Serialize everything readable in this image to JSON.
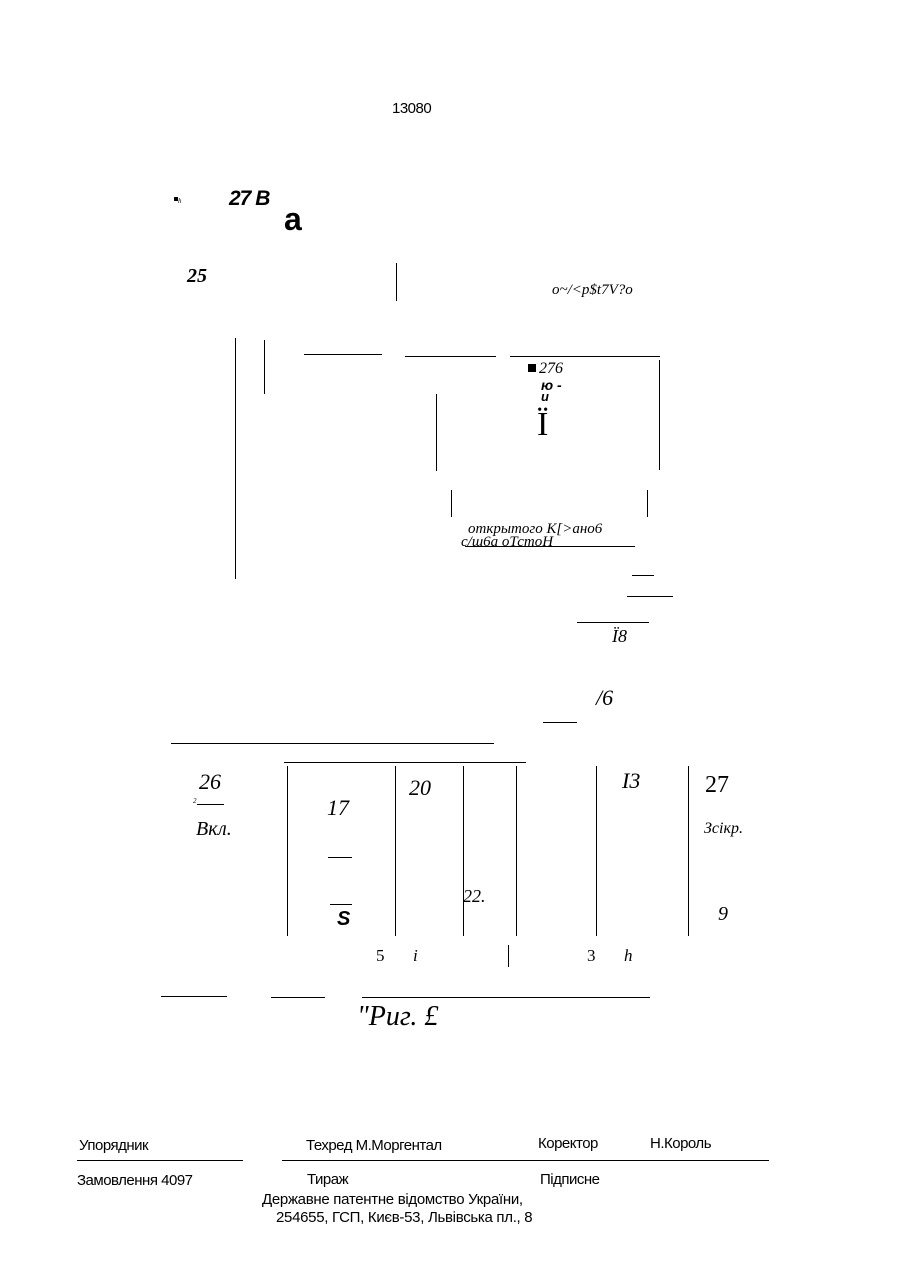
{
  "header": {
    "page_number": "13080"
  },
  "figure": {
    "top_marker": "h",
    "label_27B": "27 B",
    "label_a": "a",
    "label_25": "25",
    "label_garbled_1": "o~/<p$t7V?o",
    "label_276": "276",
    "label_yu": "ю -",
    "label_u": "и",
    "label_I": "Ї",
    "label_garbled_2": "открытого К[>ано6",
    "label_garbled_3": "с/ш6а оТстоН",
    "label_18": "Ї8",
    "label_16": "/6",
    "label_26": "26",
    "label_26_sub": "2",
    "label_vkl": "Вкл.",
    "label_17": "17",
    "label_20": "20",
    "label_13": "I3",
    "label_27": "27",
    "label_zsikr": "Зсікр.",
    "label_22": "22.",
    "label_S": "S",
    "label_9": "9",
    "label_5": "5",
    "label_i": "i",
    "label_3": "3",
    "label_h": "h",
    "caption": "\"Риг. £"
  },
  "footer": {
    "compiler_label": "Упорядник",
    "techred": "Техред М.Моргентал",
    "corrector_label": "Коректор",
    "corrector_name": "Н.Король",
    "order": "Замовлення 4097",
    "circulation": "Тираж",
    "subscription": "Підписне",
    "office_line1": "Державне патентне відомство України,",
    "office_line2": "254655, ГСП, Києв-53, Львівська пл., 8"
  }
}
